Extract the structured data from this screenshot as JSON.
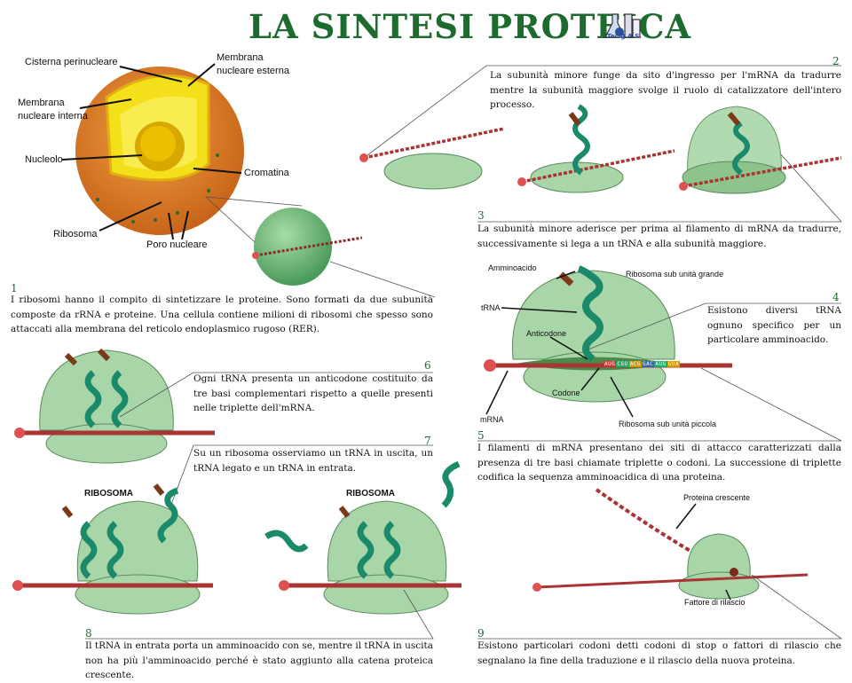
{
  "title": "LA SINTESI PROTEICA",
  "logo": {
    "text": "Tec.g.A.S.",
    "icon": "lab-flask-icon"
  },
  "cell_labels": {
    "cisterna": "Cisterna perinucleare",
    "membrana_esterna_1": "Membrana",
    "membrana_esterna_2": "nucleare esterna",
    "membrana_interna_1": "Membrana",
    "membrana_interna_2": "nucleare interna",
    "nucleolo": "Nucleolo",
    "cromatina": "Cromatina",
    "ribosoma": "Ribosoma",
    "poro": "Poro nucleare"
  },
  "steps": [
    {
      "num": "1",
      "text": "I ribosomi hanno il compito di sintetizzare le proteine. Sono formati da due subunità composte da rRNA e proteine. Una cellula contiene milioni di ribosomi che spesso sono attaccati alla membrana del reticolo endoplasmico rugoso (RER)."
    },
    {
      "num": "2",
      "text": "La subunità minore funge da sito d'ingresso per l'mRNA da tradurre mentre la subunità maggiore svolge il ruolo di catalizzatore dell'intero processo."
    },
    {
      "num": "3",
      "text": "La subunità minore aderisce per prima al filamento di mRNA da tradurre, successivamente si lega a un tRNA e alla subunità maggiore."
    },
    {
      "num": "4",
      "text": "Esistono diversi tRNA ognuno specifico per un particolare amminoacido."
    },
    {
      "num": "5",
      "text": "I filamenti di mRNA presentano dei siti di attacco caratterizzati dalla presenza di tre basi chiamate triplette o codoni. La successione di triplette codifica la sequenza amminoacidica di una proteina."
    },
    {
      "num": "6",
      "text": "Ogni tRNA presenta un anticodone costituito da tre basi complementari rispetto a quelle presenti nelle triplette dell'mRNA."
    },
    {
      "num": "7",
      "text": "Su un ribosoma osserviamo un tRNA in uscita, un tRNA legato e un tRNA in entrata."
    },
    {
      "num": "8",
      "text": "Il tRNA in entrata porta un amminoacido con se, mentre il tRNA in uscita non ha più l'amminoacido perché è stato aggiunto alla catena proteica crescente."
    },
    {
      "num": "9",
      "text": "Esistono particolari codoni detti codoni di stop o fattori di rilascio che segnalano la fine della traduzione e il rilascio della nuova proteina."
    }
  ],
  "ribosome_labels": {
    "amminoacido": "Amminoacido",
    "grande": "Ribosoma sub unità grande",
    "trna": "tRNA",
    "anticodone": "Anticodone",
    "codone": "Codone",
    "mrna": "mRNA",
    "piccola": "Ribosoma sub unità piccola"
  },
  "ribosoma_1": "RIBOSOMA",
  "ribosoma_2": "RIBOSOMA",
  "proteina": "Proteina crescente",
  "fattore": "Fattore di rilascio",
  "codons": [
    "AUG",
    "CGU",
    "ACG",
    "GAC",
    "AUG",
    "GUA"
  ],
  "colors": {
    "title": "#1d6b2f",
    "ribosome": "#7fbf8a",
    "trna": "#1a8a6a",
    "mrna": "#b53a3a"
  }
}
